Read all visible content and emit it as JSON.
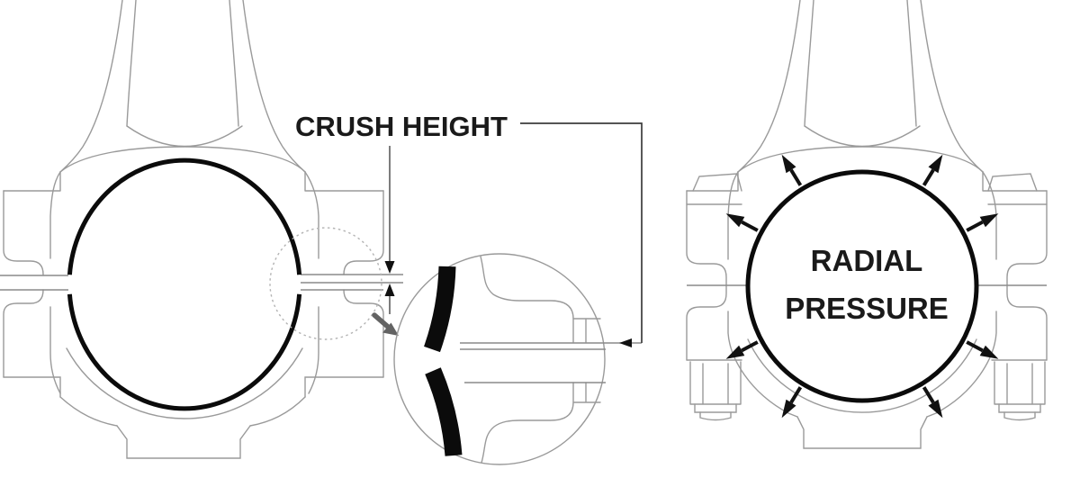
{
  "labels": {
    "crush_height": "CRUSH HEIGHT",
    "radial_pressure_line1": "RADIAL",
    "radial_pressure_line2": "PRESSURE"
  },
  "colors": {
    "background": "#ffffff",
    "outline_gray": "#9a9a9a",
    "face_line_gray": "#8a8a8a",
    "bearing_black": "#0b0b0b",
    "text_ink": "#1a1a1a",
    "leader_line": "#3c3c3c",
    "pointer_gray": "#636363",
    "detail_indicator_gray": "#b3b3b3"
  },
  "icons": [
    "crush-height-converging-dimension-arrows",
    "detail-indicator-dotted-circle",
    "magnified-detail-pointer-arrow",
    "leader-arrowhead",
    "radial-pressure-outward-arrows"
  ]
}
